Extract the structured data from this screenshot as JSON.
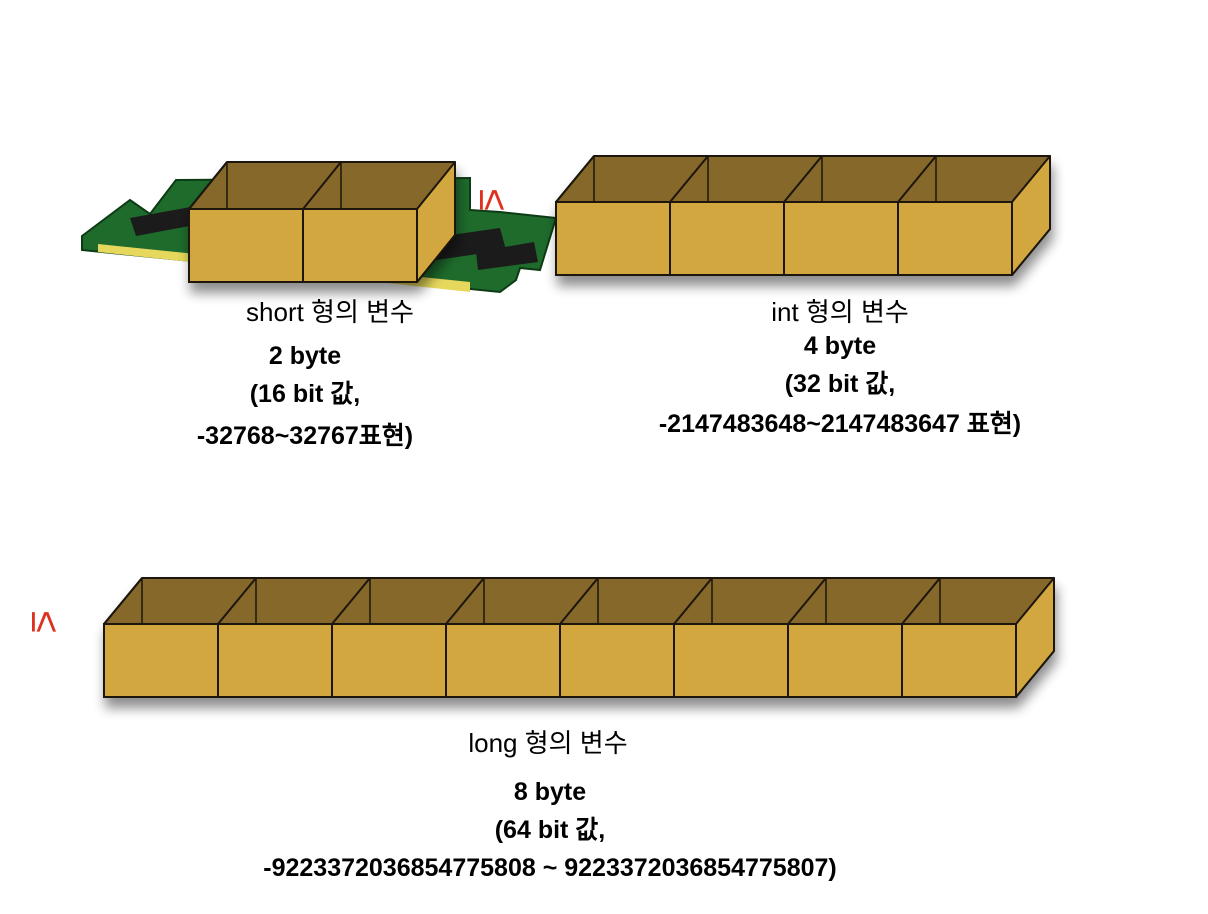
{
  "colors": {
    "box_front": "#d2a73f",
    "box_inside": "#86672a",
    "box_top_edge": "#a8842f",
    "box_stroke": "#1a1408",
    "pcb_green": "#1e6b2c",
    "pcb_chip": "#1b1b1b",
    "pcb_gold": "#e6d85c",
    "symbol_red": "#e0301e"
  },
  "short": {
    "bytes": 2,
    "caption": "short 형의 변수",
    "line1": "2 byte",
    "line2": "(16 bit 값,",
    "line3": "-32768~32767표현)"
  },
  "int": {
    "bytes": 4,
    "caption": "int 형의 변수",
    "line1": "4 byte",
    "line2": "(32 bit 값,",
    "line3": "-2147483648~2147483647 표현)"
  },
  "long": {
    "bytes": 8,
    "caption": "long 형의 변수",
    "line1": "8 byte",
    "line2": "(64 bit 값,",
    "line3": "-9223372036854775808 ~ 9223372036854775807)"
  },
  "comparison": {
    "short_vs_int": "≤",
    "int_vs_long": "≤"
  }
}
